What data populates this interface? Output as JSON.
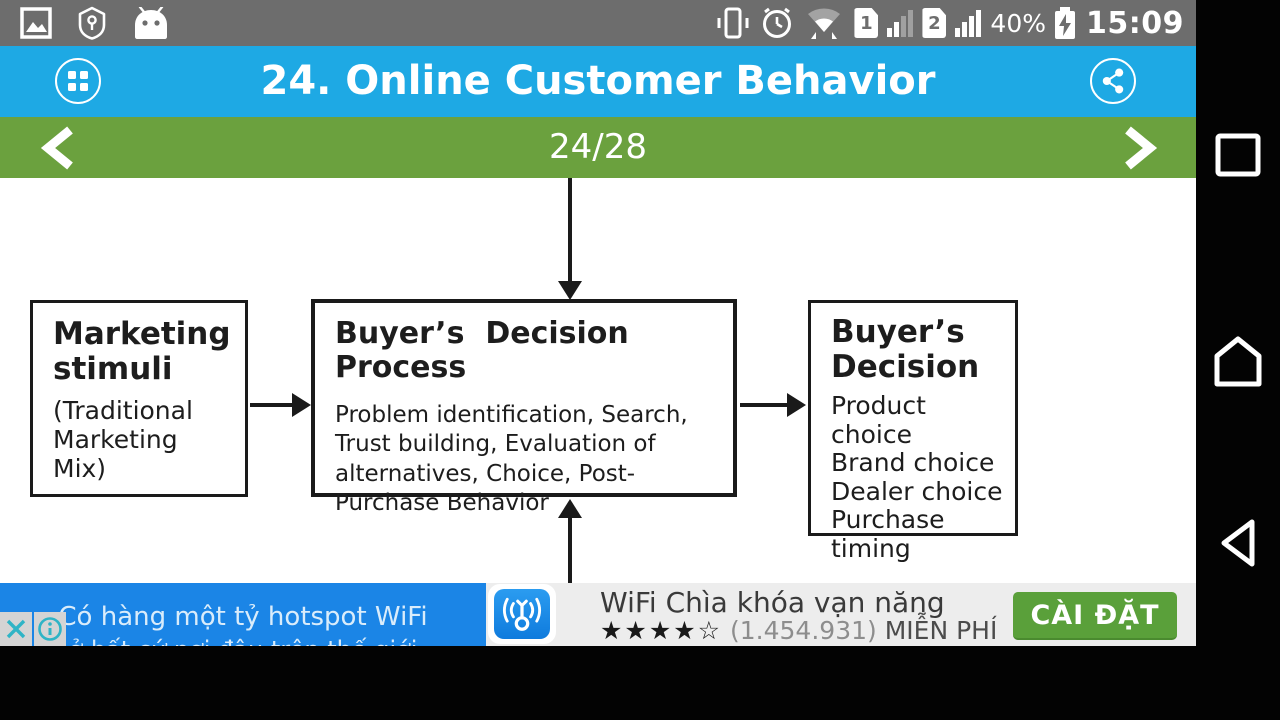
{
  "status_bar": {
    "time": "15:09",
    "battery_percent": "40%",
    "sim1_label": "1",
    "sim2_label": "2",
    "icons": [
      "gallery-icon",
      "shield-icon",
      "android-icon",
      "vibrate-icon",
      "alarm-icon",
      "wifi-icon",
      "signal-icon",
      "battery-charging-icon"
    ]
  },
  "header": {
    "title": "24. Online Customer Behavior",
    "menu_icon": "grid-dots-icon",
    "share_icon": "share-icon"
  },
  "pager": {
    "current": "24/28",
    "prev_label": "<",
    "next_label": ">"
  },
  "slide": {
    "box1": {
      "title": "Marketing\nstimuli",
      "body": "(Traditional\nMarketing Mix)"
    },
    "box2": {
      "title": "Buyer’s  Decision Process",
      "body": "Problem identification, Search,\nTrust building, Evaluation of\nalternatives, Choice, Post-\nPurchase Behavior"
    },
    "box3": {
      "title": "Buyer’s\nDecision",
      "body": "Product choice\nBrand choice\nDealer choice\nPurchase timing"
    }
  },
  "ad": {
    "left_line1": "Có hàng một tỷ hotspot WiFi",
    "left_line2": "ở bất cứ nơi đâu trên thế giới",
    "app_title": "WiFi Chìa khóa vạn năng",
    "rating_stars": "★★★★☆",
    "rating_count": "(1.454.931)",
    "price": "MIỄN PHÍ",
    "install_label": "CÀI ĐẶT",
    "close_icon": "close-icon",
    "info_icon": "info-icon",
    "app_icon": "wifi-key-icon"
  },
  "nav_rail": {
    "icons": [
      "recents-icon",
      "home-icon",
      "back-icon"
    ]
  },
  "colors": {
    "status_bar_gray": "#6d6d6d",
    "header_blue": "#1ea9e4",
    "pager_green": "#6ba13e",
    "ad_blue": "#1b85e6",
    "ad_gray": "#ededed",
    "install_green": "#5aa03a",
    "ad_teal": "#2fb4c6",
    "nav_black": "#030303"
  }
}
